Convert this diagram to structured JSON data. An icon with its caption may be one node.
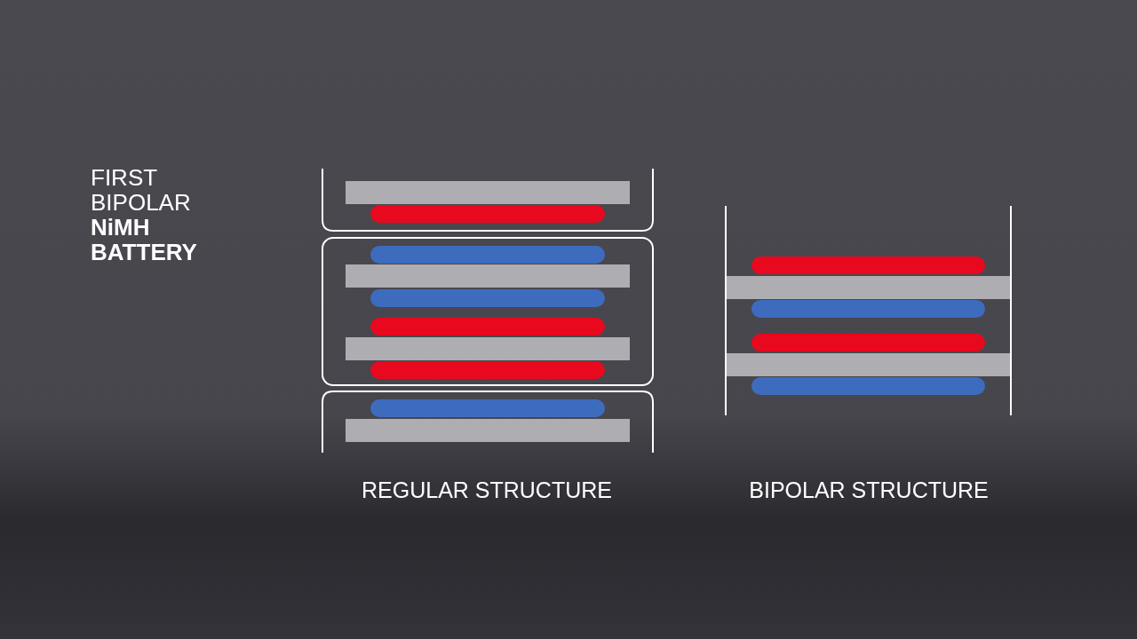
{
  "diagram": {
    "title": "FIRST BIPOLAR **NiMH BATTERY**",
    "labels": [
      "REGULAR STRUCTURE",
      "BIPOLAR STRUCTURE"
    ]
  }
}
